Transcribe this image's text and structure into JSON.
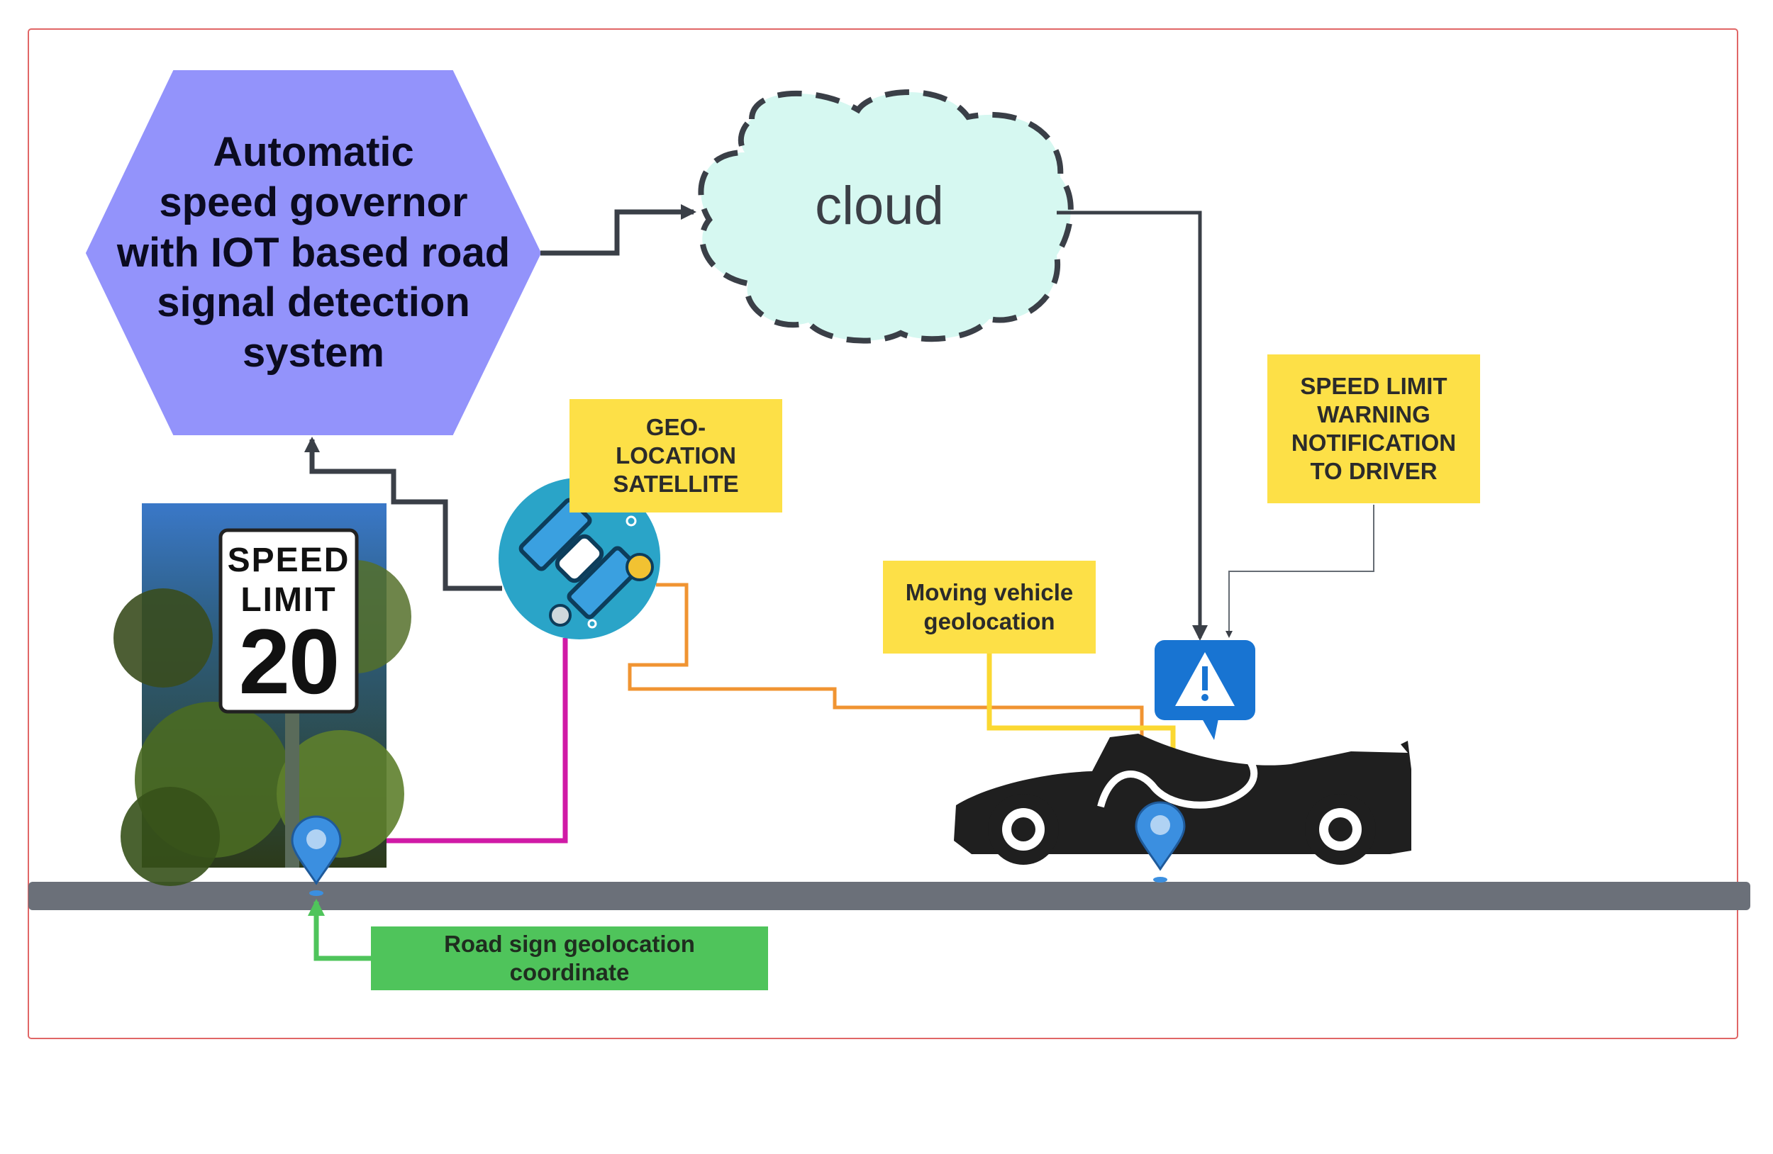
{
  "diagram": {
    "hexagon": {
      "text": "Automatic\nspeed governor\nwith IOT based road\nsignal detection\nsystem"
    },
    "cloud": {
      "text": "cloud"
    },
    "geo_satellite_note": {
      "text": "GEO-LOCATION SATELLITE"
    },
    "speed_warning_note": {
      "text": "SPEED LIMIT WARNING NOTIFICATION TO DRIVER"
    },
    "vehicle_geo_note": {
      "text": "Moving vehicle geolocation"
    },
    "road_sign_geo_note": {
      "text": "Road sign geolocation coordinate"
    },
    "speed_sign": {
      "line1": "SPEED",
      "line2": "LIMIT",
      "number": "20"
    }
  },
  "colors": {
    "hexagon": "#9393fb",
    "cloud_fill": "#d6f8f1",
    "note_yellow": "#fde047",
    "note_green": "#4fc45b",
    "road": "#6b7079",
    "connector_dark": "#3a3f47",
    "connector_magenta": "#d01aa6",
    "connector_orange": "#f09432",
    "connector_yellow": "#fbd832",
    "connector_green": "#4fc45b",
    "pin_blue": "#3b8fe0",
    "warning_blue": "#1874d2",
    "frame": "#e06666"
  },
  "icons": [
    "satellite-icon",
    "warning-icon",
    "map-pin-icon",
    "car-icon",
    "speed-limit-sign-photo"
  ]
}
